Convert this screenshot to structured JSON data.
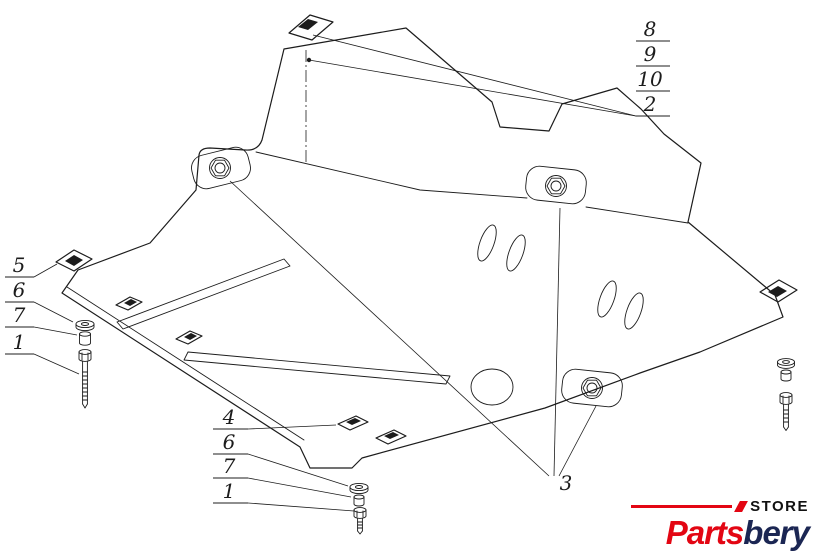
{
  "callouts": {
    "top_right": {
      "items": [
        "8",
        "9",
        "10",
        "2"
      ]
    },
    "left": {
      "items": [
        "5",
        "6",
        "7",
        "1"
      ]
    },
    "bottom": {
      "items": [
        "4",
        "6",
        "7",
        "1"
      ]
    },
    "single": "3"
  },
  "logo": {
    "store": "STORE",
    "brand_red": "Parts",
    "brand_dark": "bery"
  },
  "colors": {
    "line": "#1c1c1c",
    "logo_red": "#e30613",
    "logo_navy": "#1b2653"
  }
}
